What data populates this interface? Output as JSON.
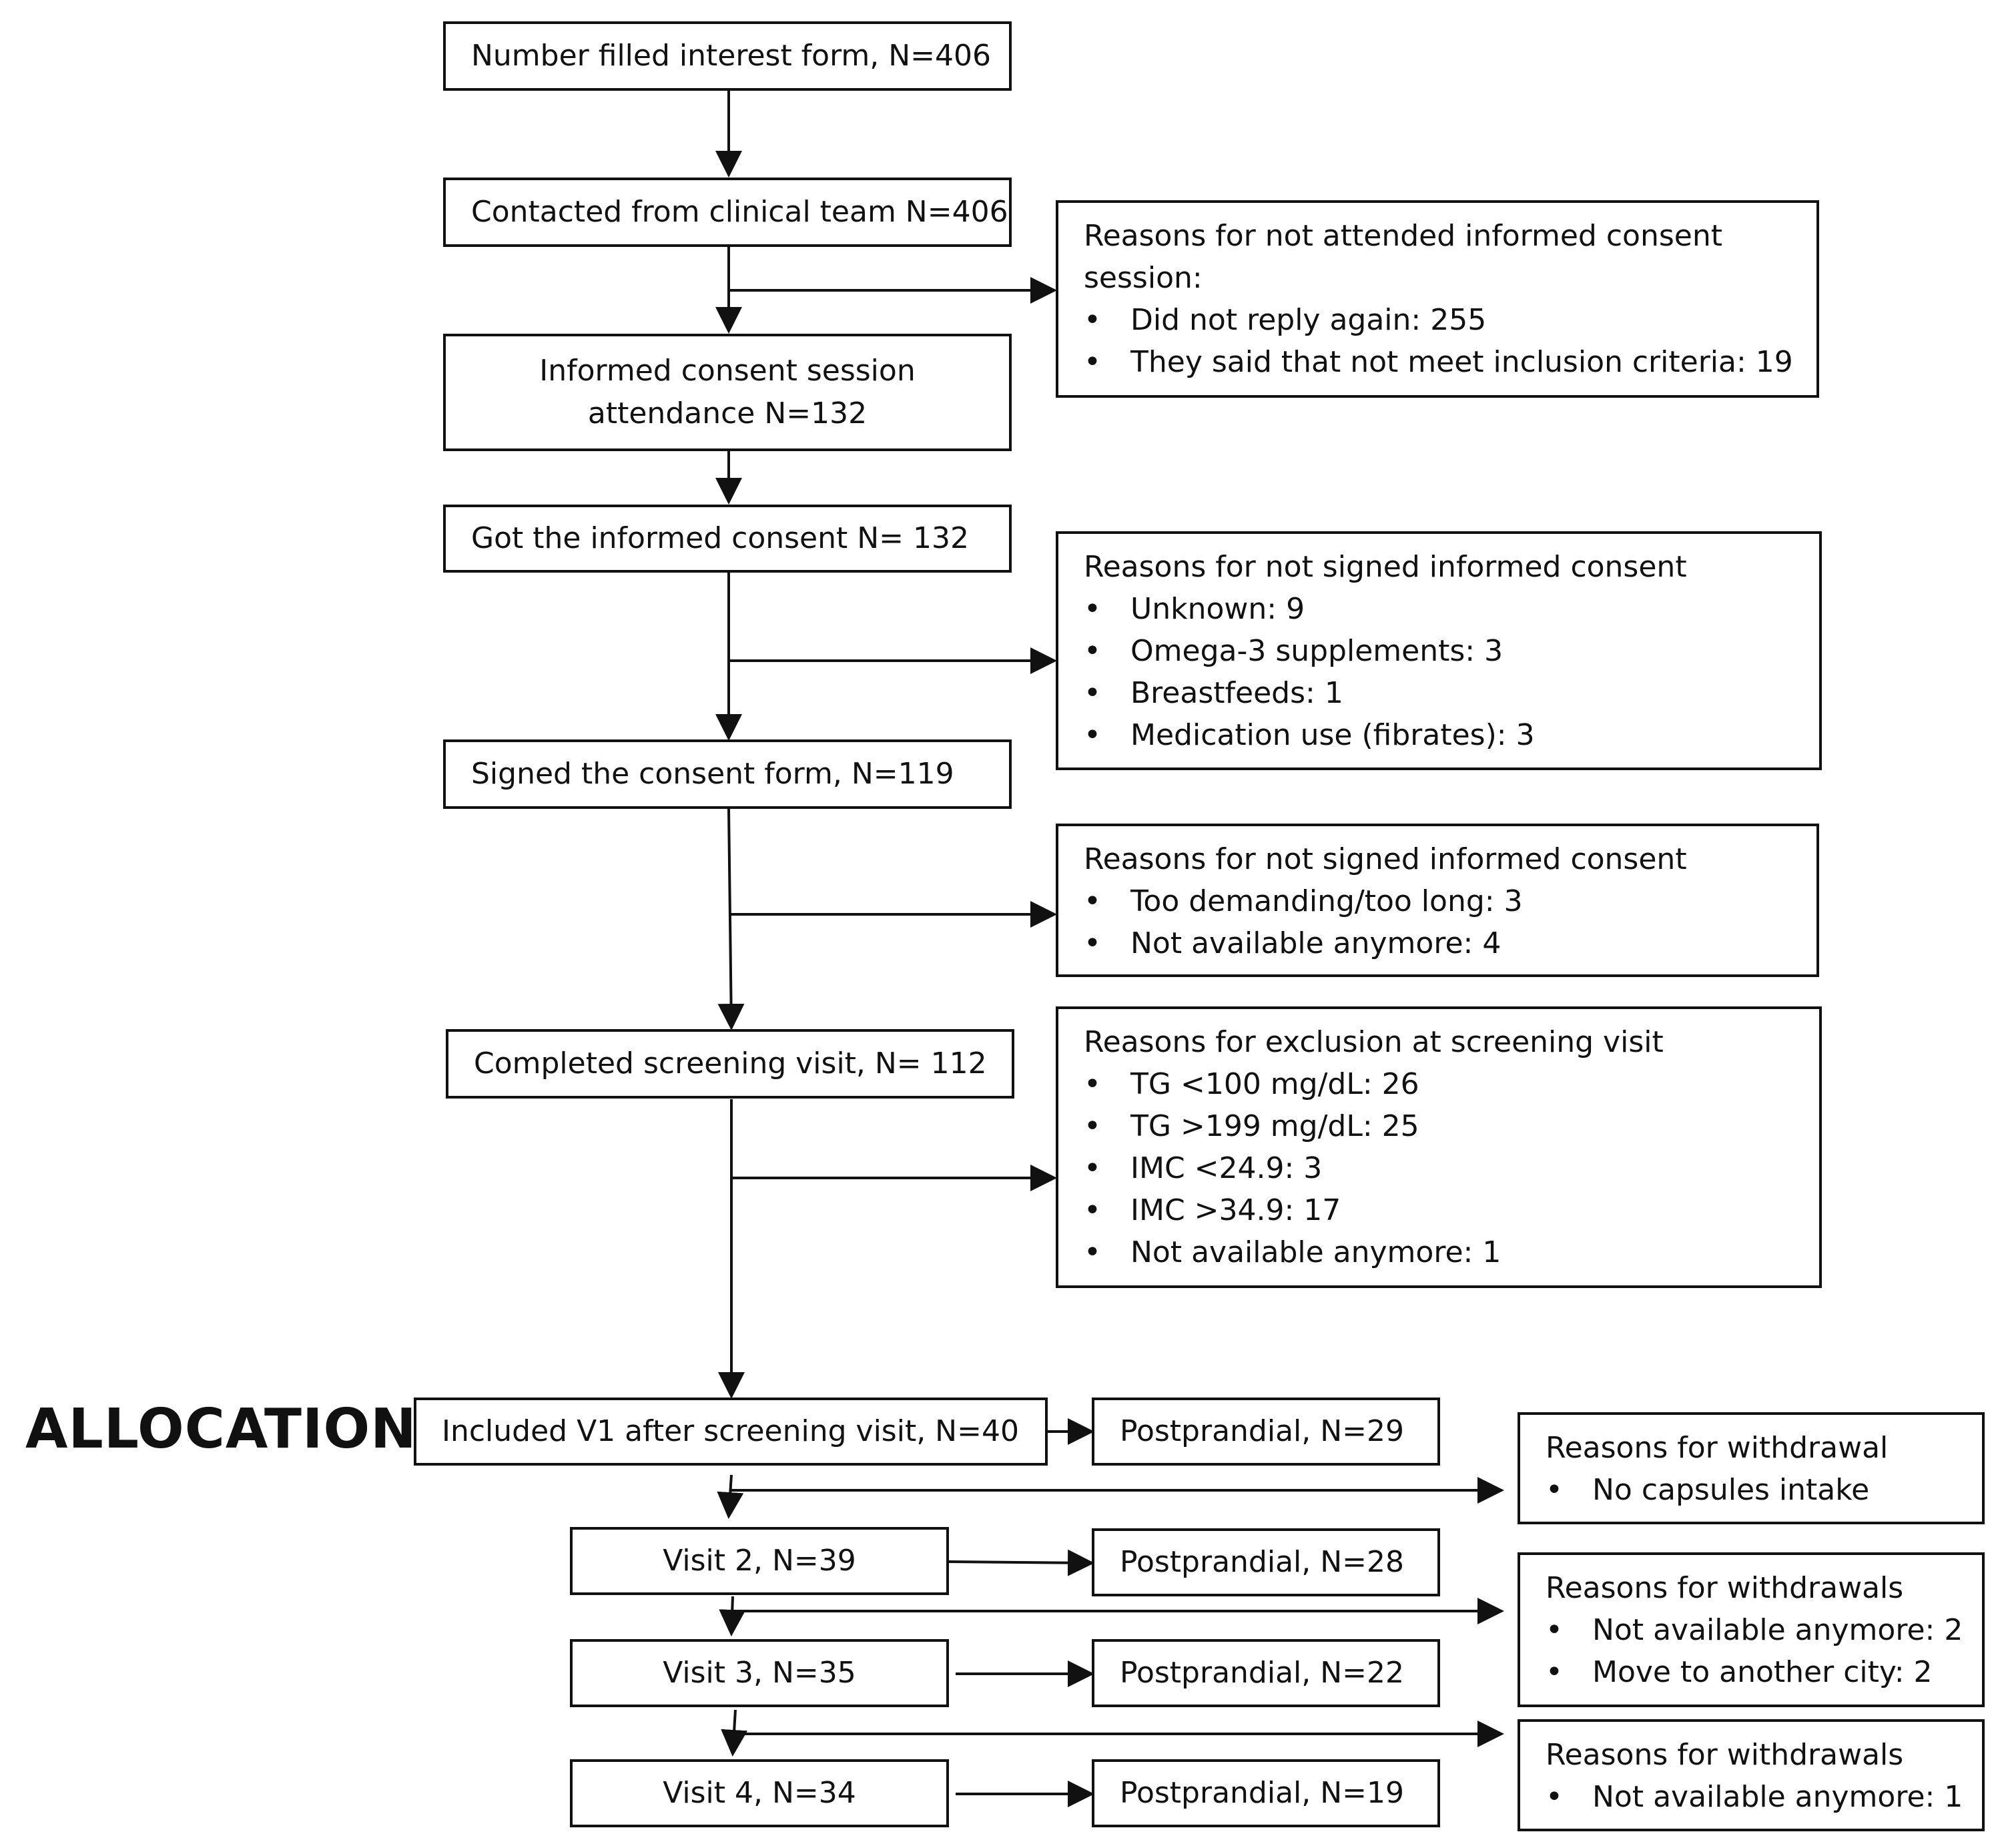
{
  "diagram": {
    "section_label": "ALLOCATION",
    "flow_boxes": [
      {
        "id": "interest",
        "text": "Number filled interest form, N=406"
      },
      {
        "id": "contacted",
        "text": "Contacted from clinical team N=406"
      },
      {
        "id": "attendance",
        "line1": "Informed consent session",
        "line2": "attendance N=132"
      },
      {
        "id": "got_consent",
        "text": "Got the informed consent N= 132"
      },
      {
        "id": "signed",
        "text": "Signed the consent form, N=119"
      },
      {
        "id": "screening",
        "text": "Completed screening visit, N= 112"
      },
      {
        "id": "included",
        "text": "Included V1 after screening visit, N=40"
      },
      {
        "id": "visit2",
        "text": "Visit 2, N=39"
      },
      {
        "id": "visit3",
        "text": "Visit 3, N=35"
      },
      {
        "id": "visit4",
        "text": "Visit 4, N=34"
      }
    ],
    "postprandial_boxes": [
      {
        "id": "pp1",
        "text": "Postprandial, N=29"
      },
      {
        "id": "pp2",
        "text": "Postprandial, N=28"
      },
      {
        "id": "pp3",
        "text": "Postprandial, N=22"
      },
      {
        "id": "pp4",
        "text": "Postprandial, N=19"
      }
    ],
    "reason_boxes": [
      {
        "id": "not_attended",
        "heading": "Reasons for not attended informed consent session:",
        "items": [
          "Did not reply again: 255",
          "They said that not meet inclusion criteria: 19"
        ]
      },
      {
        "id": "not_signed_1",
        "heading": "Reasons for not signed informed consent",
        "items": [
          "Unknown: 9",
          "Omega-3 supplements: 3",
          "Breastfeeds: 1",
          "Medication use (fibrates): 3"
        ]
      },
      {
        "id": "not_signed_2",
        "heading": "Reasons for not signed informed consent",
        "items": [
          "Too demanding/too long: 3",
          "Not available anymore: 4"
        ]
      },
      {
        "id": "exclusion_screening",
        "heading": "Reasons for exclusion at screening visit",
        "items": [
          "TG <100 mg/dL: 26",
          "TG >199 mg/dL: 25",
          "IMC <24.9: 3",
          "IMC >34.9: 17",
          "Not available anymore: 1"
        ]
      },
      {
        "id": "withdrawal_1",
        "heading": "Reasons for withdrawal",
        "items": [
          "No capsules intake"
        ]
      },
      {
        "id": "withdrawal_2",
        "heading": "Reasons for withdrawals",
        "items": [
          "Not available anymore: 2",
          "Move to another city: 2"
        ]
      },
      {
        "id": "withdrawal_3",
        "heading": "Reasons for withdrawals",
        "items": [
          "Not available anymore: 1"
        ]
      }
    ],
    "bullet_glyph": "•",
    "colors": {
      "stroke": "#111111",
      "background": "#ffffff"
    }
  }
}
